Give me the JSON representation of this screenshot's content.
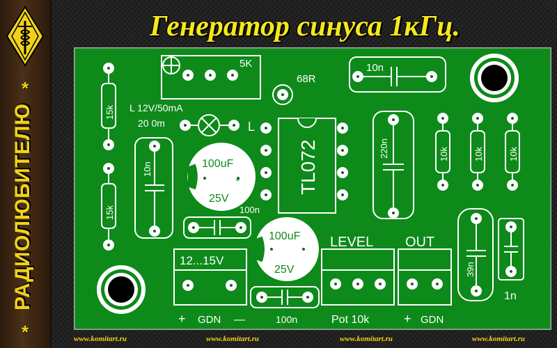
{
  "title": "Генератор синуса 1кГц.",
  "sidebar": {
    "text": "РАДИОЛЮБИТЕЛЮ",
    "star": "*"
  },
  "footer_url": "www.komitart.ru",
  "colors": {
    "pcb": "#0d8a1a",
    "silk": "#ffffff",
    "pad_hole": "#12602a",
    "title": "#f4e81c",
    "sidebar_text": "#f1d21a"
  },
  "board": {
    "trimmer_label": "5K",
    "resistor_68r": "68R",
    "lamp_label_1": "L 12V/50mA",
    "lamp_label_2": "20 0m",
    "lamp_pin_label": "L",
    "ic_label": "TL072",
    "cap_top": "10n",
    "cap_220n": "220n",
    "r_15k_top": "15k",
    "r_15k_bottom": "15k",
    "cap_10n_left": "10n",
    "elec1_value": "100uF",
    "elec1_voltage": "25V",
    "elec2_value": "100uF",
    "elec2_voltage": "25V",
    "cap_100n_mid": "100n",
    "cap_100n_bottom": "100n",
    "r_10k_1": "10k",
    "r_10k_2": "10k",
    "r_10k_3": "10k",
    "cap_39n": "39n",
    "cap_1n": "1n",
    "power_label": "12...15V",
    "power_plus": "+",
    "power_gnd": "GDN",
    "power_minus": "—",
    "level_label": "LEVEL",
    "pot_label": "Pot 10k",
    "out_label": "OUT",
    "out_plus": "+",
    "out_gnd": "GDN"
  }
}
